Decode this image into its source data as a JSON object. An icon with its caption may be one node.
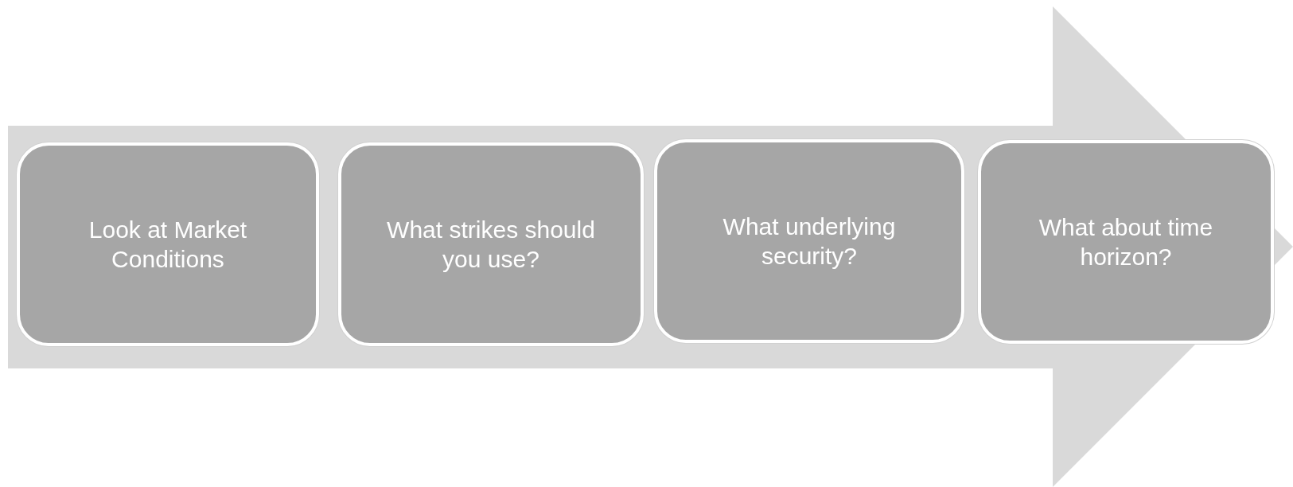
{
  "diagram": {
    "nodes": [
      {
        "text": [
          "Look at Market Conditions"
        ]
      },
      {
        "text": [
          "What strikes should you use?"
        ]
      },
      {
        "text": [
          "What underlying security?"
        ]
      },
      {
        "text": [
          "What about time horizon?"
        ]
      }
    ],
    "edges": [
      {
        "from": 0,
        "to": 3,
        "arrow": "to"
      }
    ]
  }
}
